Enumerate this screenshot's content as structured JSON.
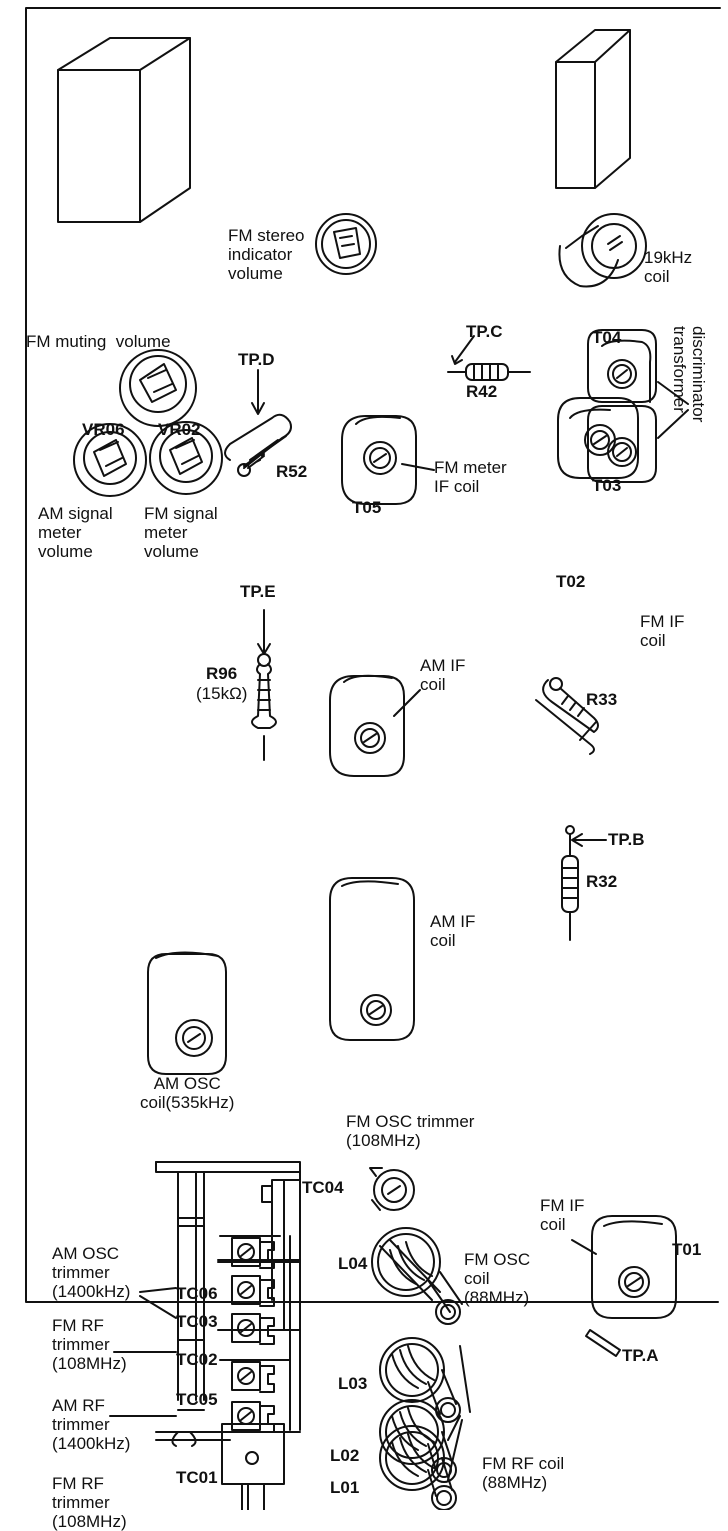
{
  "labels": {
    "fm_stereo": "FM stereo\nindicator\nvolume",
    "coil_19k": "19kHz\ncoil",
    "fm_muting": "FM muting  volume",
    "tp_c": "TP.C",
    "t04": "T04",
    "r42": "R42",
    "discriminator": "discriminator\ntransformer",
    "tp_d": "TP.D",
    "vr06": "VR06",
    "vr02": "VR02",
    "r52": "R52",
    "fm_meter_if": "FM meter\nIF coil",
    "t05": "T05",
    "t03": "T03",
    "am_signal": "AM signal\nmeter\nvolume",
    "fm_signal": "FM signal\nmeter\nvolume",
    "t02": "T02",
    "fm_if_upper": "FM IF\ncoil",
    "tp_e": "TP.E",
    "am_if_upper": "AM IF\ncoil",
    "r96": "R96",
    "r96_value": "(15kΩ)",
    "r33": "R33",
    "tp_b": "TP.B",
    "r32": "R32",
    "am_if_lower": "AM IF\ncoil",
    "am_osc_coil": "AM OSC\ncoil(535kHz)",
    "fm_osc_trimmer": "FM OSC trimmer\n(108MHz)",
    "tc04": "TC04",
    "fm_if_lower": "FM IF\ncoil",
    "t01": "T01",
    "am_osc_trimmer": "AM OSC\ntrimmer\n(1400kHz)",
    "tc06": "TC06",
    "l04": "L04",
    "fm_osc_coil": "FM OSC\ncoil\n(88MHz)",
    "fm_rf_trimmer_upper": "FM RF\ntrimmer\n(108MHz)",
    "tc03": "TC03",
    "tc02": "TC02",
    "tp_a": "TP.A",
    "am_rf_trimmer": "AM RF\ntrimmer\n(1400kHz)",
    "tc05": "TC05",
    "l03": "L03",
    "l02": "L02",
    "fm_rf_coil": "FM RF coil\n(88MHz)",
    "fm_rf_trimmer_lower": "FM RF\ntrimmer\n(108MHz)",
    "tc01": "TC01",
    "l01": "L01"
  }
}
